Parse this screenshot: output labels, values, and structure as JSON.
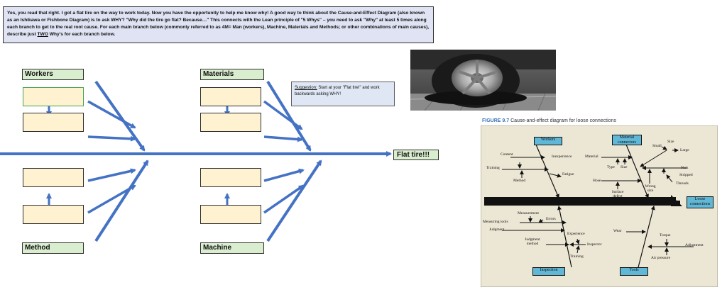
{
  "instructions": {
    "part1": "Yes, you read that right. I got a flat tire on the way to work today.  Now you have the opportunity to help me know why!  A good way to think about the Cause-and-Effect Diagram (also known as an Ishikawa or Fishbone Diagram) is to ask WHY?  \"Why did the tire go flat?  Because…\"  This connects with the Lean principle of \"5 Whys\" – you need to ask \"Why\" at least 5 times along each branch to get to the real root cause.   For each main branch below (commonly referred to as 4M= Man (workers), Machine, Materials and Methods; or other combinations of main causes), describe just ",
    "emphasis": "TWO",
    "part2": " Why's for each branch below."
  },
  "branches": {
    "workers": "Workers",
    "materials": "Materials",
    "method": "Method",
    "machine": "Machine"
  },
  "suggestion": {
    "lead": "Suggestion:",
    "text": "  Start at your \"Flat tire!\" and work backwards asking WHY!"
  },
  "effect": "Flat tire!!!",
  "figure": {
    "caption_num": "FIGURE 9.7",
    "caption_text": "  Cause-and-effect diagram for loose connections",
    "categories": {
      "workers": "Workers",
      "material": "Material connectors",
      "inspection": "Inspection",
      "tools": "Tools",
      "effect": "Loose connections"
    },
    "labels": {
      "content": "Content",
      "training1": "Training",
      "method": "Method",
      "inexperience": "Inexperience",
      "fatigue": "Fatigue",
      "material": "Material",
      "type": "Type",
      "size1": "Size",
      "hose": "Hose",
      "surface_defect": "Surface defect",
      "size2": "Size",
      "small": "Small",
      "large": "Large",
      "nuts": "Nuts",
      "stripped": "Stripped",
      "threads": "Threads",
      "wrong_size": "Wrong size",
      "measurement": "Measurement",
      "errors": "Errors",
      "measuring_tools": "Measuring tools",
      "judgment": "Judgment",
      "judgment_method": "Judgment method",
      "experience": "Experience",
      "inspector": "Inspector",
      "training2": "Training",
      "wear": "Wear",
      "torque": "Torque",
      "adjustment": "Adjustment",
      "air_pressure": "Air pressure"
    }
  },
  "colors": {
    "arrow": "#4472c4",
    "branch_label_bg": "#d9edcf",
    "why_box_bg": "#fef2d0",
    "instructions_bg": "#dfe3f3",
    "figure_bg": "#ece6d4",
    "figure_box": "#61b7d6"
  }
}
